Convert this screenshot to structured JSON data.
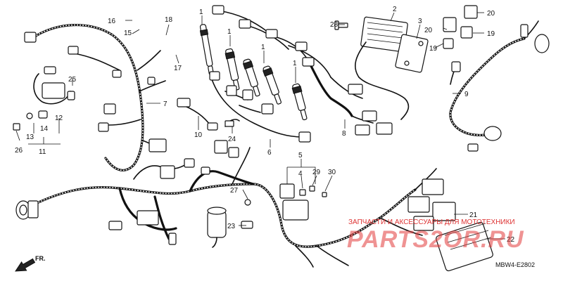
{
  "diagram": {
    "callouts": [
      {
        "id": "c1a",
        "text": "1"
      },
      {
        "id": "c1b",
        "text": "1"
      },
      {
        "id": "c1c",
        "text": "1"
      },
      {
        "id": "c1d",
        "text": "1"
      },
      {
        "id": "c2",
        "text": "2"
      },
      {
        "id": "c3",
        "text": "3"
      },
      {
        "id": "c4",
        "text": "4"
      },
      {
        "id": "c5",
        "text": "5"
      },
      {
        "id": "c6",
        "text": "6"
      },
      {
        "id": "c7",
        "text": "7"
      },
      {
        "id": "c8",
        "text": "8"
      },
      {
        "id": "c9",
        "text": "9"
      },
      {
        "id": "c10",
        "text": "10"
      },
      {
        "id": "c11",
        "text": "11"
      },
      {
        "id": "c12",
        "text": "12"
      },
      {
        "id": "c13",
        "text": "13"
      },
      {
        "id": "c14",
        "text": "14"
      },
      {
        "id": "c15",
        "text": "15"
      },
      {
        "id": "c16",
        "text": "16"
      },
      {
        "id": "c17",
        "text": "17"
      },
      {
        "id": "c18",
        "text": "18"
      },
      {
        "id": "c19a",
        "text": "19"
      },
      {
        "id": "c19b",
        "text": "19"
      },
      {
        "id": "c20a",
        "text": "20"
      },
      {
        "id": "c20b",
        "text": "20"
      },
      {
        "id": "c21",
        "text": "21"
      },
      {
        "id": "c22",
        "text": "22"
      },
      {
        "id": "c23",
        "text": "23"
      },
      {
        "id": "c24",
        "text": "24"
      },
      {
        "id": "c25",
        "text": "25"
      },
      {
        "id": "c26",
        "text": "26"
      },
      {
        "id": "c27",
        "text": "27"
      },
      {
        "id": "c28",
        "text": "28"
      },
      {
        "id": "c29",
        "text": "29"
      },
      {
        "id": "c30",
        "text": "30"
      }
    ],
    "direction_marker": "FR.",
    "diagram_code": "MBW4-E2802",
    "watermark_text": "ЗАПЧАСТИ И АКСЕССУАРЫ ДЛЯ МОТОТЕХНИКИ",
    "watermark_brand": "PARTS2OR.RU"
  }
}
